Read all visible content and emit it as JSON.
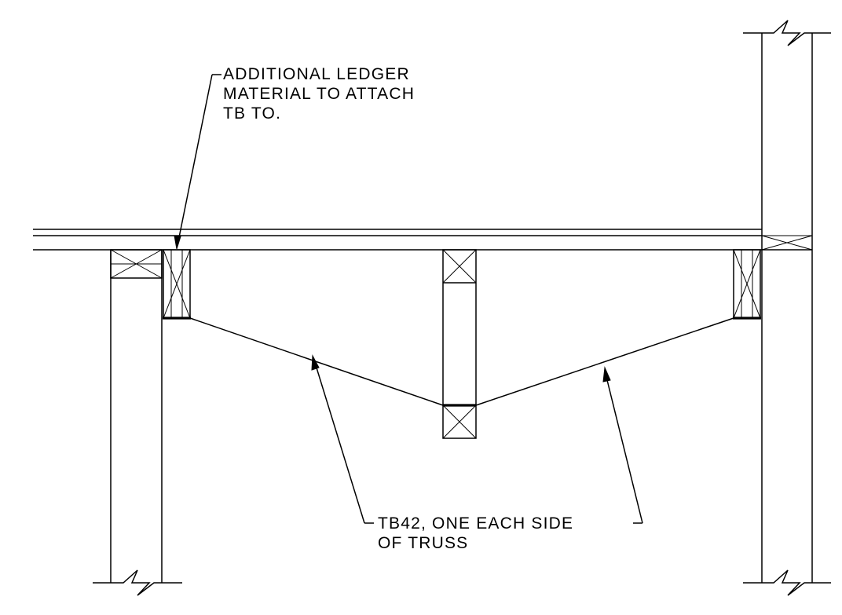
{
  "notes": {
    "ledger": {
      "lines": [
        "ADDITIONAL LEDGER",
        "MATERIAL TO ATTACH",
        "TB TO."
      ]
    },
    "tb42": {
      "lines": [
        "TB42, ONE EACH SIDE",
        "OF TRUSS"
      ]
    }
  }
}
